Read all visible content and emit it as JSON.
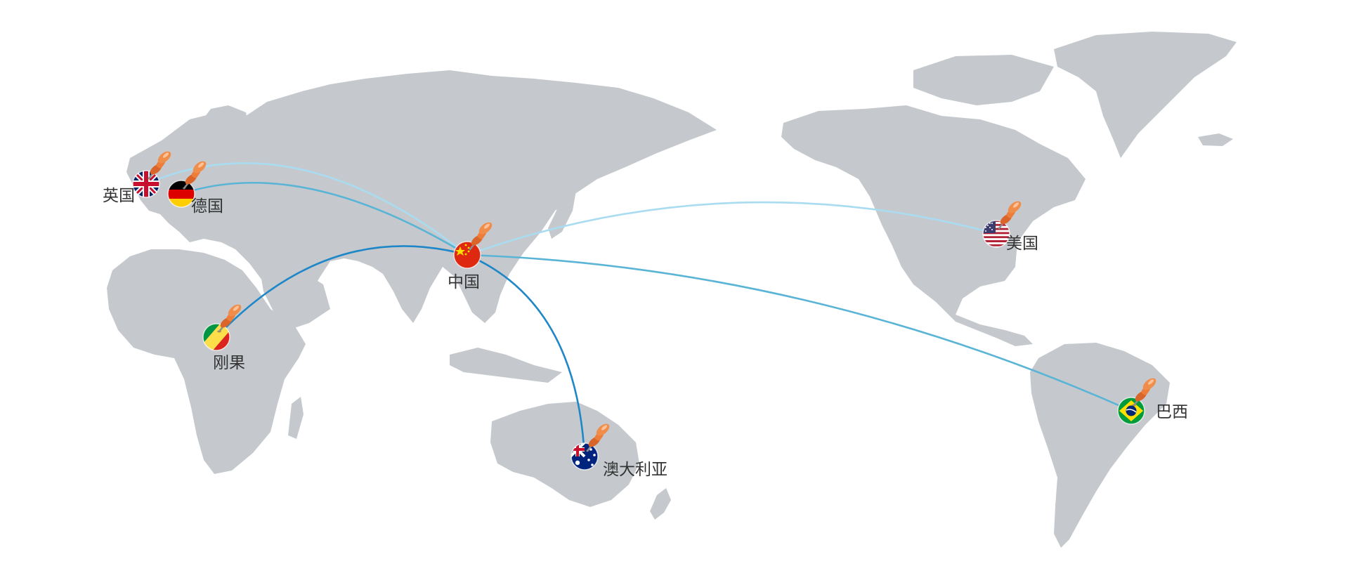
{
  "colors": {
    "land": "#c5c9cd",
    "route_light": "#a9dcf0",
    "route_mid": "#5ab4d6",
    "route_dark": "#1f87c8",
    "pin": "#ef7d3a",
    "label": "#333333"
  },
  "hub": {
    "id": "china",
    "label": "中国",
    "flag_icon": "china-flag-icon"
  },
  "destinations": [
    {
      "id": "uk",
      "label": "英国",
      "flag_icon": "uk-flag-icon",
      "route_color": "route_light"
    },
    {
      "id": "germany",
      "label": "德国",
      "flag_icon": "germany-flag-icon",
      "route_color": "route_mid"
    },
    {
      "id": "congo",
      "label": "刚果",
      "flag_icon": "congo-flag-icon",
      "route_color": "route_dark"
    },
    {
      "id": "australia",
      "label": "澳大利亚",
      "flag_icon": "australia-flag-icon",
      "route_color": "route_dark"
    },
    {
      "id": "usa",
      "label": "美国",
      "flag_icon": "usa-flag-icon",
      "route_color": "route_light"
    },
    {
      "id": "brazil",
      "label": "巴西",
      "flag_icon": "brazil-flag-icon",
      "route_color": "route_mid"
    }
  ],
  "pin_icon": "pushpin-icon"
}
